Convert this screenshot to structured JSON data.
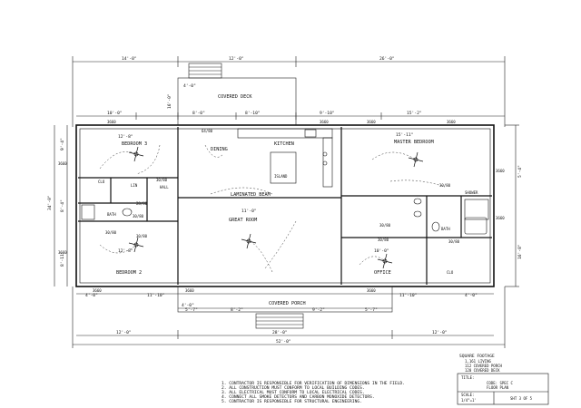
{
  "overall": {
    "top_dims": [
      "14'-0\"",
      "12'-0\"",
      "26'-0\""
    ],
    "top_inner": [
      "10'-0\"",
      "8'-0\"",
      "8'-10\"",
      "9'-10\"",
      "15'-2\""
    ],
    "bottom_inner": [
      "4'-0\"",
      "11'-10\"",
      "5'-7\"",
      "8'-2\"",
      "9'-2\"",
      "5'-7\"",
      "11'-10\"",
      "4'-0\""
    ],
    "bottom_mid": [
      "12'-0\"",
      "28'-0\"",
      "12'-0\""
    ],
    "bottom_total": "52'-0\"",
    "left_total": "34'-0\"",
    "left_dims": [
      "9'-4\"",
      "8'-4\"",
      "8'-11\""
    ],
    "right_dims": [
      "5'-4\"",
      "16'-8\""
    ]
  },
  "deck": {
    "label": "COVERED DECK",
    "dim_left": "4'-0\"",
    "dim_depth": "16'-0\""
  },
  "porch": {
    "label": "COVERED PORCH",
    "dim": "4'-0\""
  },
  "rooms": {
    "bedroom3": {
      "label": "BEDROOM 3",
      "dim": "12'-8\""
    },
    "bedroom2": {
      "label": "BEDROOM 2",
      "dim": "12'-8\""
    },
    "dining": {
      "label": "DINING"
    },
    "kitchen": {
      "label": "KITCHEN"
    },
    "island": {
      "label": "ISLAND"
    },
    "great_room": {
      "label": "GREAT ROOM",
      "dim": "11'-0\""
    },
    "master": {
      "label": "MASTER BEDROOM",
      "dim": "15'-11\""
    },
    "office": {
      "label": "OFFICE",
      "dim": "10'-0\""
    },
    "laminated_beam": "LAMINATED BEAM",
    "hall": "HALL",
    "bath": "BATH",
    "bath2": "BATH",
    "clo": "CLO",
    "clo2": "CLO",
    "lin": "LIN",
    "shower": "SHOWER"
  },
  "windows": [
    "3660",
    "3660",
    "3660",
    "3660",
    "3660",
    "3660",
    "3660",
    "3660",
    "3660",
    "3660",
    "3660"
  ],
  "doors": [
    "30/80",
    "30/80",
    "30/80",
    "30/80",
    "28/80",
    "64/80",
    "30/80",
    "30/80",
    "30/80",
    "30/80"
  ],
  "square_footage": {
    "title": "SQUARE FOOTAGE",
    "lines": [
      "1,161 LIVING",
      "112 COVERED PORCH",
      "120 COVERED DECK"
    ]
  },
  "notes": [
    "1. CONTRACTOR IS RESPONSIBLE FOR VERIFICATION OF DIMENSIONS IN THE FIELD.",
    "2. ALL CONSTRUCTION MUST CONFORM TO LOCAL BUILDING CODES.",
    "3. ALL ELECTRICAL MUST CONFORM TO LOCAL ELECTRICAL CODES.",
    "4. CONNECT ALL SMOKE DETECTORS AND CARBON MONOXIDE DETECTORS.",
    "5. CONTRACTOR IS RESPONSIBLE FOR STRUCTURAL ENGINEERING."
  ],
  "title_block": {
    "title_label": "TITLE:",
    "title_lines": [
      "CODE: SPEC C",
      "FLOOR PLAN"
    ],
    "scale_label": "SCALE:",
    "scale_value": "1/4\"=1'",
    "sheet": "SHT 3 OF 5"
  }
}
